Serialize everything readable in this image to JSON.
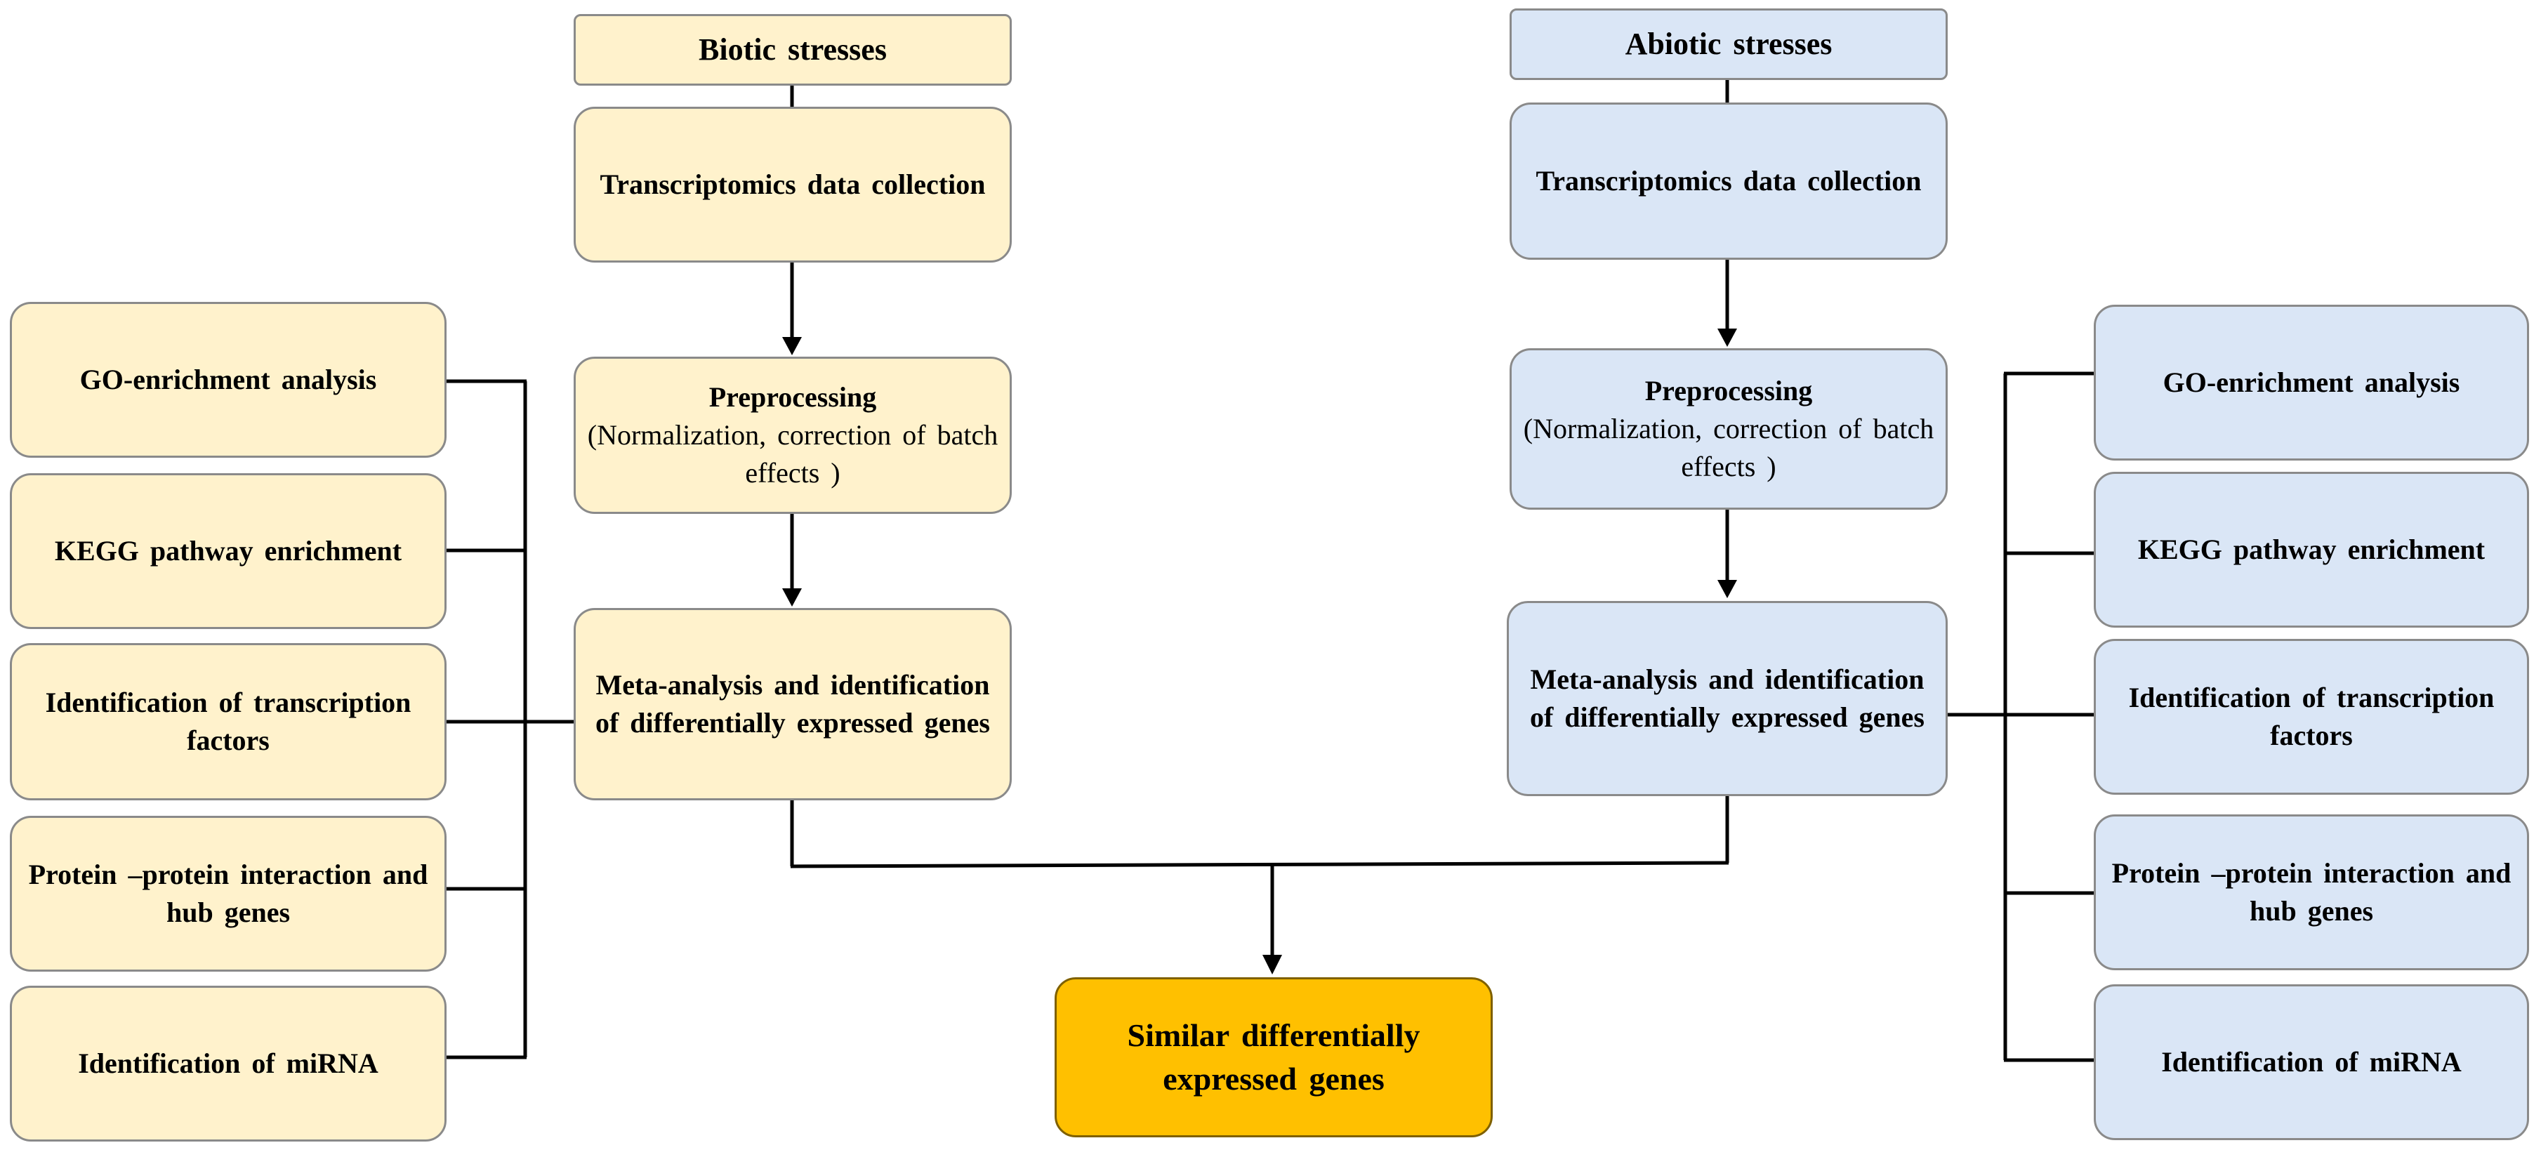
{
  "biotic": {
    "title": "Biotic stresses",
    "collection": "Transcriptomics  data collection",
    "preprocessing_title": "Preprocessing",
    "preprocessing_detail": "(Normalization, correction of batch effects )",
    "meta": "Meta-analysis and identification  of differentially  expressed genes"
  },
  "abiotic": {
    "title": "Abiotic stresses",
    "collection": "Transcriptomics  data collection",
    "preprocessing_title": "Preprocessing",
    "preprocessing_detail": "(Normalization, correction of batch effects )",
    "meta": "Meta-analysis and identification  of differentially  expressed genes"
  },
  "analyses_left": [
    "GO-enrichment  analysis",
    "KEGG pathway enrichment",
    "Identification  of transcription  factors",
    "Protein –protein interaction and hub genes",
    "Identification  of miRNA"
  ],
  "analyses_right": [
    "GO-enrichment  analysis",
    "KEGG pathway enrichment",
    "Identification  of transcription  factors",
    "Protein –protein interaction and hub genes",
    "Identification  of miRNA"
  ],
  "result": "Similar differentially expressed genes",
  "colors": {
    "biotic_fill": "#fff2cc",
    "abiotic_fill": "#dae6f6",
    "result_fill": "#ffc000",
    "border": "#8a8a8a",
    "connector": "#000000"
  }
}
